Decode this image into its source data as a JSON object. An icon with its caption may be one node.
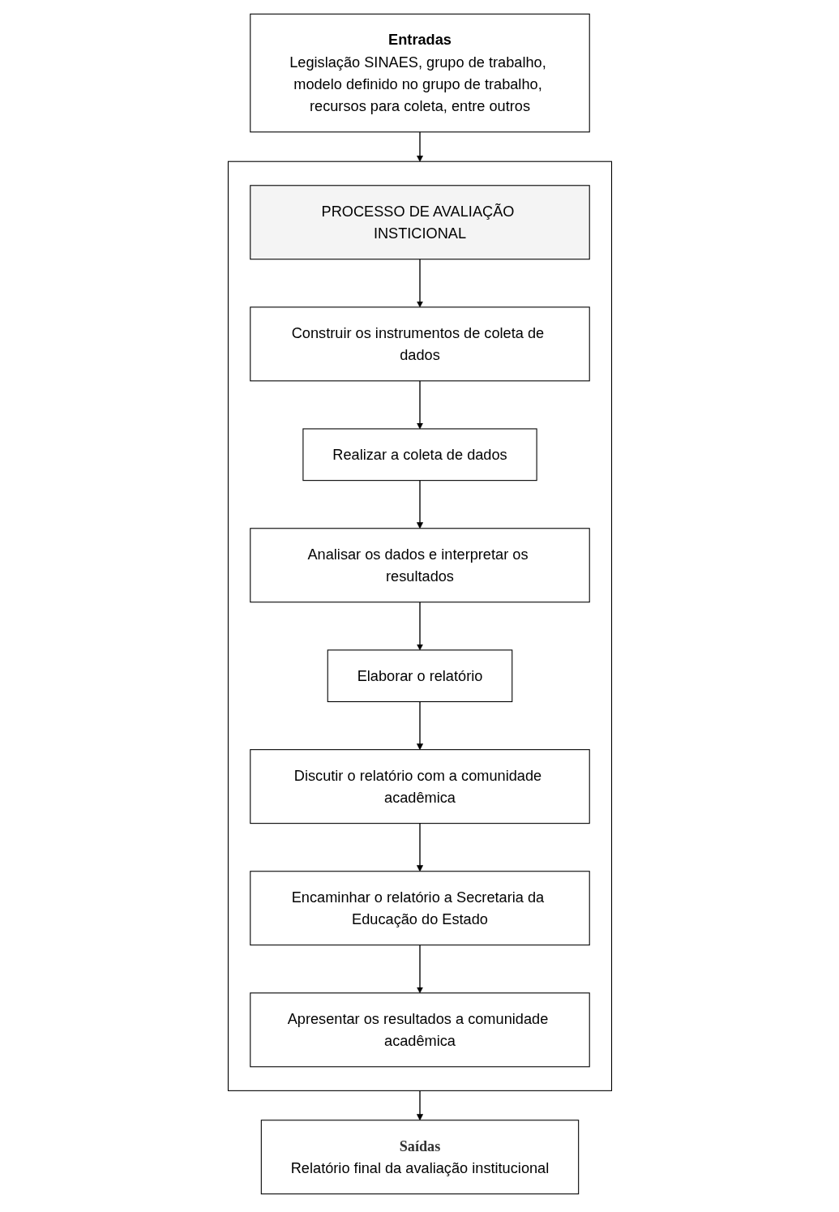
{
  "diagram": {
    "nodes": [
      {
        "text": [
          "Entradas",
          "Legislação SINAES, grupo de trabalho, modelo definido no grupo de trabalho, recursos para coleta, entre outros"
        ]
      },
      {
        "text": [],
        "shape": "box"
      },
      {
        "text": [
          "PROCESSO DE AVALIAÇÃO INSTICIONAL"
        ],
        "in": 1
      },
      {
        "text": [
          "Construir os instrumentos de coleta de dados"
        ],
        "in": 1
      },
      {
        "text": [
          "Realizar a coleta de dados"
        ],
        "in": 1
      },
      {
        "text": [
          "Analisar os dados e interpretar os resultados"
        ],
        "in": 1
      },
      {
        "text": [
          "Elaborar o relatório"
        ],
        "in": 1
      },
      {
        "text": [
          "Discutir o relatório com a comunidade acadêmica"
        ],
        "in": 1
      },
      {
        "text": [
          "Encaminhar o relatório a Secretaria da Educação do Estado"
        ],
        "in": 1
      },
      {
        "text": [
          "Apresentar os resultados a comunidade acadêmica"
        ],
        "in": 1
      },
      {
        "text": [
          "Saídas",
          "Relatório final da avaliação institucional"
        ]
      }
    ],
    "edges": [
      {
        "from": 0,
        "to": 1,
        "arrow": "to"
      },
      {
        "from": 2,
        "to": 3,
        "arrow": "to"
      },
      {
        "from": 3,
        "to": 4,
        "arrow": "to"
      },
      {
        "from": 4,
        "to": 5,
        "arrow": "to"
      },
      {
        "from": 5,
        "to": 6,
        "arrow": "to"
      },
      {
        "from": 6,
        "to": 7,
        "arrow": "to"
      },
      {
        "from": 7,
        "to": 8,
        "arrow": "to"
      },
      {
        "from": 8,
        "to": 9,
        "arrow": "to"
      },
      {
        "from": 1,
        "to": 10,
        "arrow": "to"
      }
    ]
  }
}
